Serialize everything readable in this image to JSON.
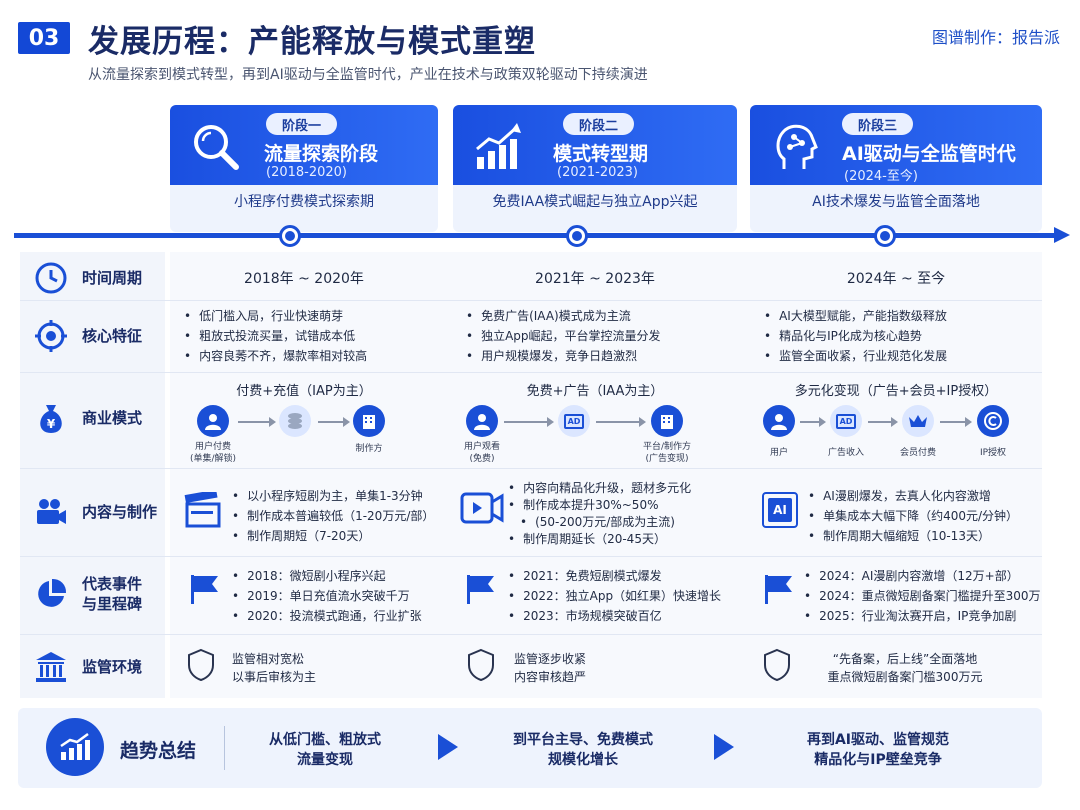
{
  "header": {
    "badge": "03",
    "title": "发展历程：产能释放与模式重塑",
    "credit": "图谱制作：报告派",
    "subtitle": "从流量探索到模式转型，再到AI驱动与全监管时代，产业在技术与政策双轮驱动下持续演进"
  },
  "stages": [
    {
      "pill": "阶段一",
      "name": "流量探索阶段",
      "years": "(2018-2020)",
      "desc": "小程序付费模式探索期",
      "icon": "search-icon"
    },
    {
      "pill": "阶段二",
      "name": "模式转型期",
      "years": "(2021-2023)",
      "desc": "免费IAA模式崛起与独立App兴起",
      "icon": "growth-chart-icon"
    },
    {
      "pill": "阶段三",
      "name": "AI驱动与全监管时代",
      "years": "(2024-至今)",
      "desc": "AI技术爆发与监管全面落地",
      "icon": "ai-head-icon"
    }
  ],
  "rows": {
    "period": {
      "label": "时间周期",
      "values": [
        "2018年 ~ 2020年",
        "2021年 ~ 2023年",
        "2024年 ~ 至今"
      ]
    },
    "features": {
      "label": "核心特征",
      "values": [
        [
          "低门槛入局，行业快速萌芽",
          "粗放式投流买量，试错成本低",
          "内容良莠不齐，爆款率相对较高"
        ],
        [
          "免费广告(IAA)模式成为主流",
          "独立App崛起，平台掌控流量分发",
          "用户规模爆发，竞争日趋激烈"
        ],
        [
          "AI大模型赋能，产能指数级释放",
          "精品化与IP化成为核心趋势",
          "监管全面收紧，行业规范化发展"
        ]
      ]
    },
    "business": {
      "label": "商业模式",
      "s1": {
        "title": "付费+充值（IAP为主）",
        "n1": "用户付费",
        "n1b": "(单集/解锁)",
        "n3": "制作方"
      },
      "s2": {
        "title": "免费+广告（IAA为主）",
        "n1": "用户观看",
        "n1b": "(免费)",
        "n2": "AD",
        "n3": "平台/制作方",
        "n3b": "(广告变现)"
      },
      "s3": {
        "title": "多元化变现（广告+会员+IP授权）",
        "n1": "用户",
        "n2": "广告收入",
        "n2i": "AD",
        "n3": "会员付费",
        "n4": "IP授权"
      }
    },
    "content": {
      "label": "内容与制作",
      "values": [
        [
          "以小程序短剧为主，单集1-3分钟",
          "制作成本普遍较低（1-20万元/部）",
          "制作周期短（7-20天）"
        ],
        [
          "内容向精品化升级，题材多元化",
          "制作成本提升30%~50%",
          "(50-200万元/部成为主流)",
          "制作周期延长（20-45天）"
        ],
        [
          "AI漫剧爆发，去真人化内容激增",
          "单集成本大幅下降（约400元/分钟）",
          "制作周期大幅缩短（10-13天）"
        ]
      ],
      "ai_chip": "AI"
    },
    "events": {
      "label1": "代表事件",
      "label2": "与里程碑",
      "values": [
        [
          "2018：微短剧小程序兴起",
          "2019：单日充值流水突破千万",
          "2020：投流模式跑通，行业扩张"
        ],
        [
          "2021：免费短剧模式爆发",
          "2022：独立App（如红果）快速增长",
          "2023：市场规模突破百亿"
        ],
        [
          "2024：AI漫剧内容激增（12万+部）",
          "2024：重点微短剧备案门槛提升至300万",
          "2025：行业淘汰赛开启，IP竞争加剧"
        ]
      ]
    },
    "regulation": {
      "label": "监管环境",
      "values": [
        [
          "监管相对宽松",
          "以事后审核为主"
        ],
        [
          "监管逐步收紧",
          "内容审核趋严"
        ],
        [
          "“先备案，后上线”全面落地",
          "重点微短剧备案门槛300万元"
        ]
      ]
    }
  },
  "summary": {
    "label": "趋势总结",
    "items": [
      [
        "从低门槛、粗放式",
        "流量变现"
      ],
      [
        "到平台主导、免费模式",
        "规模化增长"
      ],
      [
        "再到AI驱动、监管规范",
        "精品化与IP壁垒竞争"
      ]
    ]
  },
  "colors": {
    "accent": "#1a4fd6",
    "title": "#1a2b66",
    "panel": "#eef3fd"
  }
}
